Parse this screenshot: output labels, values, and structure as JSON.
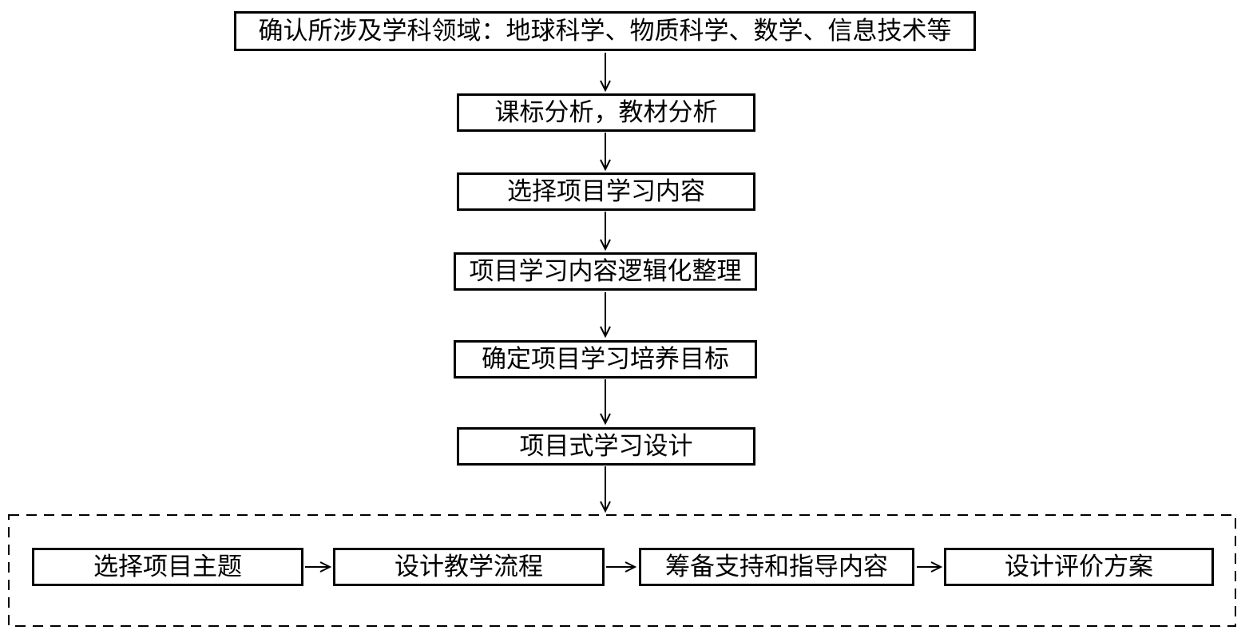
{
  "diagram": {
    "type": "flowchart",
    "direction": "top-down",
    "background": "#ffffff",
    "stroke_color": "#000000",
    "text_color": "#000000",
    "main_flow": [
      {
        "id": "disciplines",
        "label": "确认所涉及学科领域：地球科学、物质科学、数学、信息技术等"
      },
      {
        "id": "analysis",
        "label": "课标分析，教材分析"
      },
      {
        "id": "select-content",
        "label": "选择项目学习内容"
      },
      {
        "id": "logical-organize",
        "label": "项目学习内容逻辑化整理"
      },
      {
        "id": "training-goal",
        "label": "确定项目学习培养目标"
      },
      {
        "id": "pbl-design",
        "label": "项目式学习设计"
      }
    ],
    "sub_flow": [
      {
        "id": "select-theme",
        "label": "选择项目主题"
      },
      {
        "id": "design-process",
        "label": "设计教学流程"
      },
      {
        "id": "prepare-support",
        "label": "筹备支持和指导内容"
      },
      {
        "id": "design-evaluation",
        "label": "设计评价方案"
      }
    ],
    "edges": [
      {
        "from": "disciplines",
        "to": "analysis"
      },
      {
        "from": "analysis",
        "to": "select-content"
      },
      {
        "from": "select-content",
        "to": "logical-organize"
      },
      {
        "from": "logical-organize",
        "to": "training-goal"
      },
      {
        "from": "training-goal",
        "to": "pbl-design"
      },
      {
        "from": "pbl-design",
        "to": "sub-flow-group"
      },
      {
        "from": "select-theme",
        "to": "design-process"
      },
      {
        "from": "design-process",
        "to": "prepare-support"
      },
      {
        "from": "prepare-support",
        "to": "design-evaluation"
      }
    ]
  }
}
